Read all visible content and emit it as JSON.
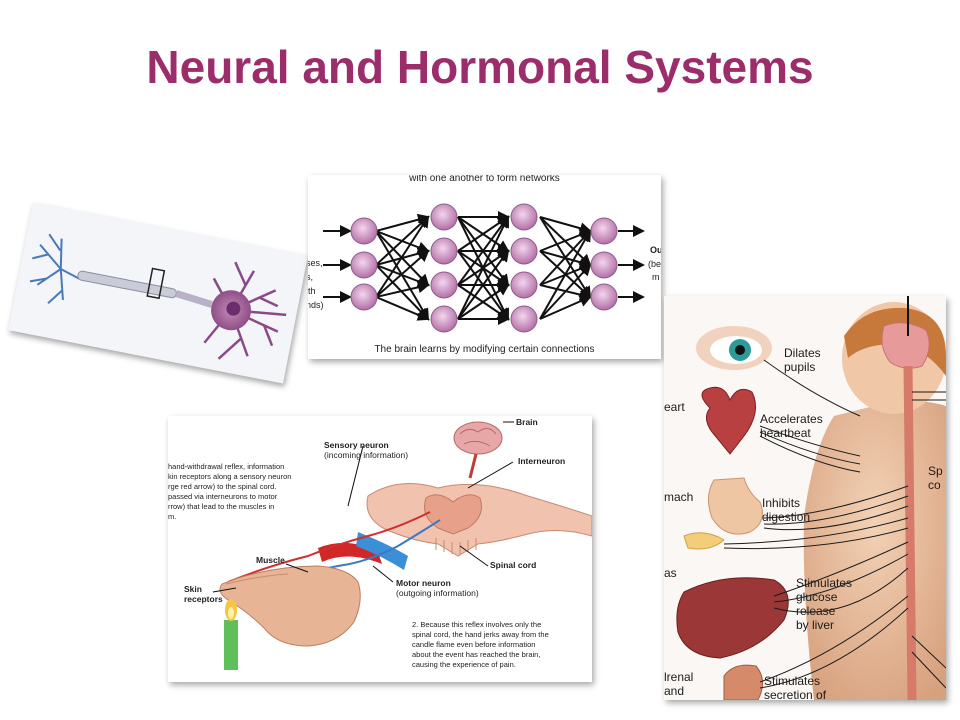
{
  "title": "Neural and Hormonal Systems",
  "network": {
    "top_caption": "with one another to form networks",
    "bottom_caption": "The brain learns by modifying certain connections",
    "left_fragments": [
      "ses,",
      "s,",
      "ith",
      "nds)"
    ],
    "right_fragments": [
      "Ou",
      "(be",
      "m"
    ]
  },
  "reflex": {
    "brain": "Brain",
    "sensory_neuron": "Sensory neuron",
    "sensory_sub": "(incoming information)",
    "interneuron": "Interneuron",
    "spinal_cord": "Spinal cord",
    "muscle": "Muscle",
    "skin_receptors_1": "Skin",
    "skin_receptors_2": "receptors",
    "motor_neuron": "Motor neuron",
    "motor_sub": "(outgoing information)",
    "step1_lines": [
      "hand-withdrawal reflex, information",
      "kin receptors along a sensory neuron",
      "rge red arrow) to the spinal cord.",
      "passed via interneurons to motor",
      "rrow) that lead to the muscles in",
      "m."
    ],
    "step2_lines": [
      "2. Because this reflex involves only the",
      "spinal cord, the hand jerks away from the",
      "candle flame even before information",
      "about the event has reached the brain,",
      "causing the experience of pain."
    ]
  },
  "body": {
    "eye_label_1": "Dilates",
    "eye_label_2": "pupils",
    "heart_fragment": "eart",
    "heart_label_1": "Accelerates",
    "heart_label_2": "heartbeat",
    "stomach_fragment": "mach",
    "stomach_label_1": "Inhibits",
    "stomach_label_2": "digestion",
    "pancreas_fragment": "as",
    "liver_label_1": "Stimulates",
    "liver_label_2": "glucose",
    "liver_label_3": "release",
    "liver_label_4": "by liver",
    "adrenal_fragment_1": "lrenal",
    "adrenal_fragment_2": "and",
    "adrenal_label_1": "Stimulates",
    "adrenal_label_2": "secretion of",
    "spinal_fragment_1": "Sp",
    "spinal_fragment_2": "co"
  }
}
